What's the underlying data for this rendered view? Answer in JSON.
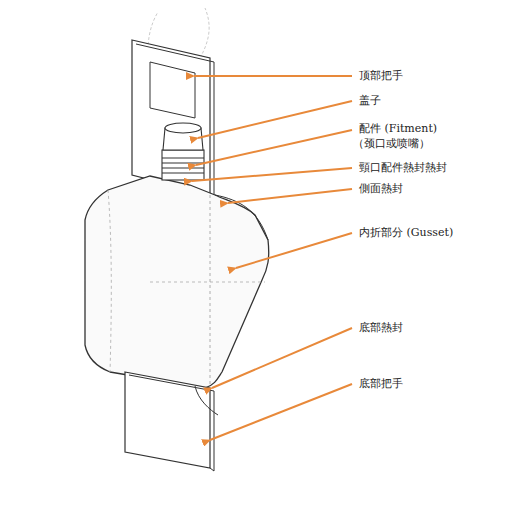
{
  "diagram": {
    "labels": [
      "顶部把手",
      "盖子",
      "配件 (Fitment)",
      "（颈口或喷嘴）",
      "頸口配件熱封熱封",
      "側面熱封",
      "内折部分 (Gusset)",
      "底部熱封",
      "底部把手"
    ]
  }
}
